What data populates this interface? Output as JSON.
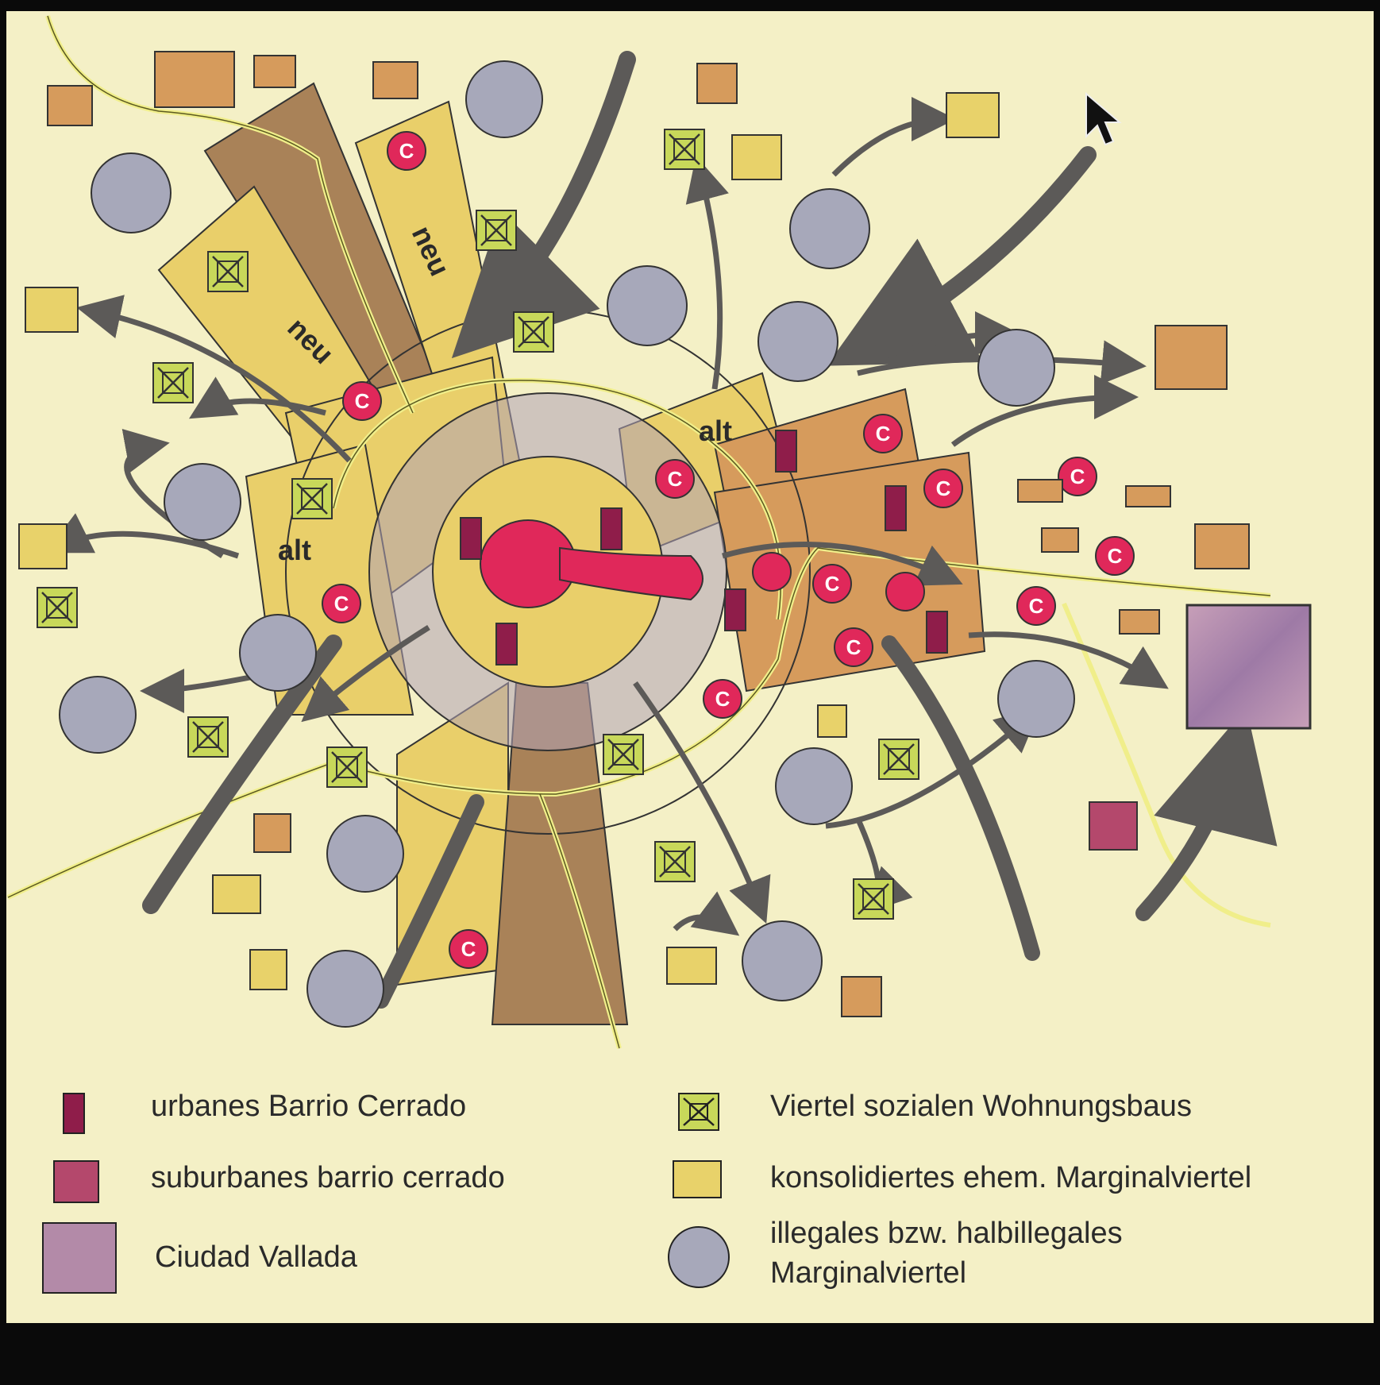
{
  "colors": {
    "background": "#f4f0c6",
    "frame": "#0a0a0a",
    "cbd": "#e0285a",
    "zone_yellow": "#e9cf6a",
    "zone_brown": "#a98258",
    "ring_inner": "#b0a3b6",
    "barrio_urban": "#8f1d4a",
    "barrio_suburban": "#b4486c",
    "ciudad_vallada": "#b38aa8",
    "social_housing": "#c8d85a",
    "consolidated": "#e8d26a",
    "marginal": "#a7a8ba",
    "orange_block": "#d69b5c",
    "arrow": "#5c5a58",
    "highway": "#f0ee8a"
  },
  "map": {
    "labels": {
      "neu_1": "neu",
      "neu_2": "neu",
      "alt_1": "alt",
      "alt_2": "alt"
    },
    "centre_marker": "C"
  },
  "legend": {
    "items": [
      {
        "id": "urban",
        "label": "urbanes Barrio Cerrado",
        "symbol": "tall-rect-icon"
      },
      {
        "id": "suburban",
        "label": "suburbanes barrio cerrado",
        "symbol": "square-icon"
      },
      {
        "id": "vallada",
        "label": "Ciudad Vallada",
        "symbol": "large-square-icon"
      },
      {
        "id": "social",
        "label": "Viertel sozialen Wohnungsbaus",
        "symbol": "crossed-square-icon"
      },
      {
        "id": "consolidated",
        "label": "konsolidiertes ehem. Marginalviertel",
        "symbol": "square-icon"
      },
      {
        "id": "illegal",
        "label_line1": "illegales bzw. halbillegales",
        "label_line2": "Marginalviertel",
        "symbol": "circle-icon"
      }
    ]
  }
}
